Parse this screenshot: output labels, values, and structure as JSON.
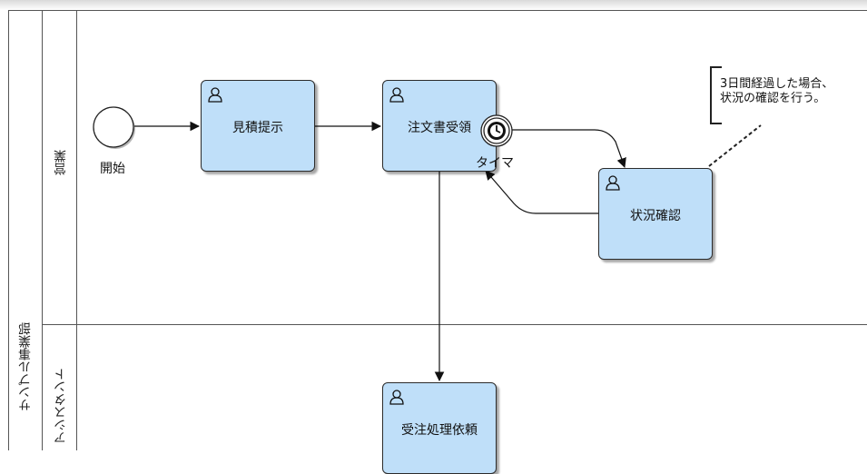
{
  "pool": {
    "name": "サンプル事業部"
  },
  "lanes": [
    {
      "name": "営業"
    },
    {
      "name": "アシスタント"
    }
  ],
  "events": {
    "start_label": "開始",
    "timer_label": "タイマ"
  },
  "tasks": {
    "quote": "見積提示",
    "order_receipt": "注文書受領",
    "status_check": "状況確認",
    "order_processing": "受注処理依頼"
  },
  "annotation": {
    "line1": "3日間経過した場合、",
    "line2": "状況の確認を行う。"
  },
  "icons": {
    "task_type": "user-icon",
    "timer": "clock-icon"
  },
  "colors": {
    "task_fill": "#bfdff9",
    "stroke": "#2b2b2b"
  }
}
